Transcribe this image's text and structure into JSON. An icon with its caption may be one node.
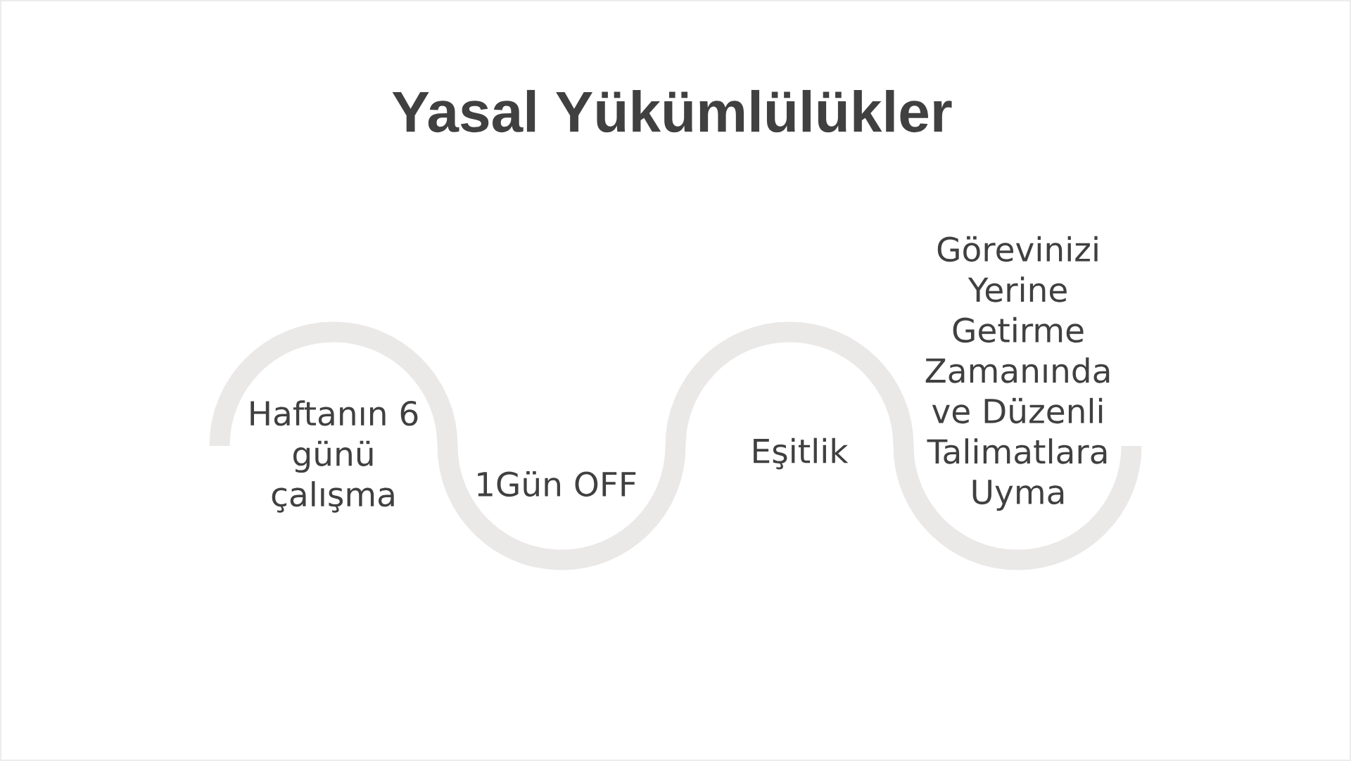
{
  "diagram": {
    "title": "Yasal Yükümlülükler",
    "labels": [
      "Haftanın 6 günü çalışma",
      "1Gün OFF",
      "Eşitlik",
      "Görevinizi Yerine Getirme Zamanında ve Düzenli Talimatlara Uyma"
    ]
  }
}
